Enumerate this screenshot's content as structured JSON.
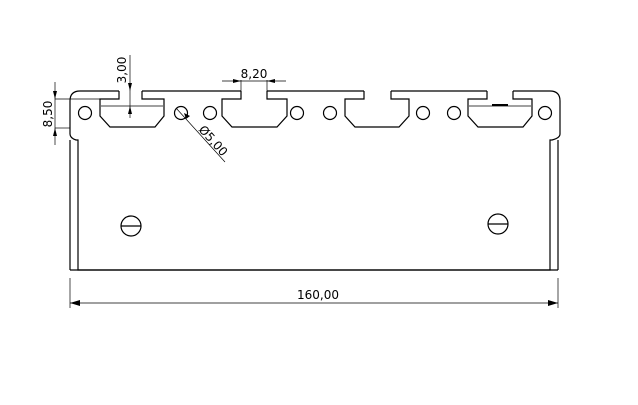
{
  "dimensions": {
    "overall_width": "160,00",
    "height": "8,50",
    "slot_depth": "3,00",
    "slot_opening": "8,20",
    "hole_diameter": "Ø5,00"
  }
}
